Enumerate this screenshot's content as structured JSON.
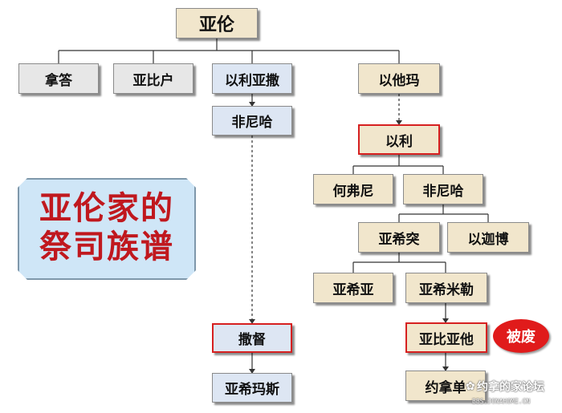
{
  "diagram": {
    "title_lines": [
      "亚伦家的",
      "祭司族谱"
    ],
    "root": "亚伦",
    "sons": [
      "拿答",
      "亚比户",
      "以利亚撒",
      "以他玛"
    ],
    "eleazar_line": [
      "非尼哈",
      "撒督",
      "亚希玛斯"
    ],
    "ithamar_line": {
      "eli": "以利",
      "eli_sons": [
        "何弗尼",
        "非尼哈"
      ],
      "phinehas_sons": [
        "亚希突",
        "以迦博"
      ],
      "ahitub_sons": [
        "亚希亚",
        "亚希米勒"
      ],
      "abiathar": "亚比亚他",
      "jonathan": "约拿单"
    },
    "deposed_badge": "被废"
  },
  "watermark": {
    "main": "约拿的家论坛",
    "url": "BBS.JONAHOME.CN"
  },
  "colors": {
    "title_text": "#c0181e",
    "title_panel": "#cfe6f7",
    "highlight_border": "#d62020",
    "badge": "#e01b1b",
    "beige_box": "#f1e6cc",
    "gray_box": "#e7e7e7",
    "blue_box": "#dde6f3"
  }
}
